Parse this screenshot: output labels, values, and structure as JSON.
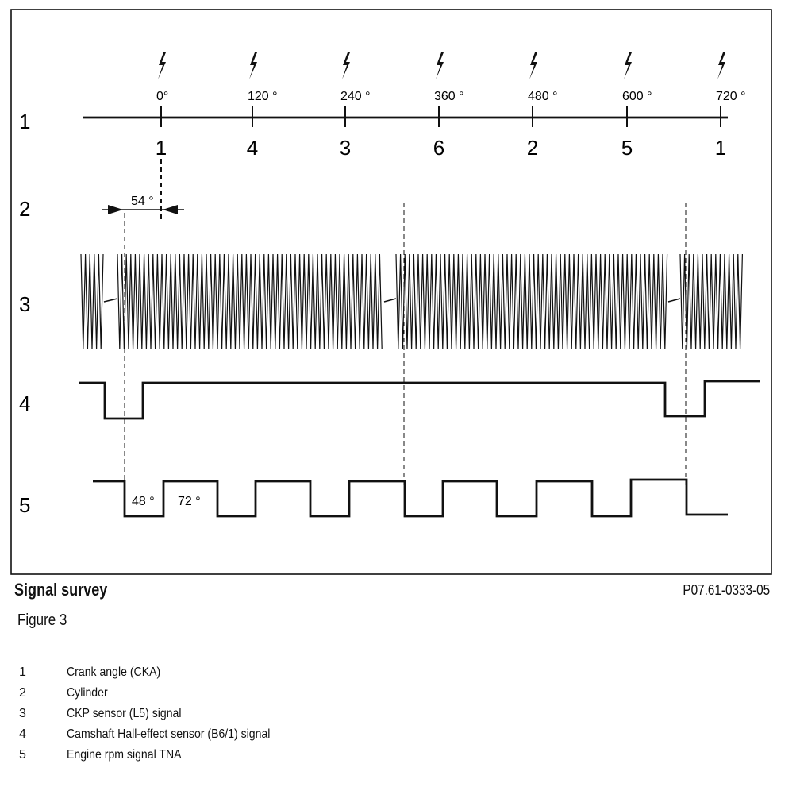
{
  "row_labels": [
    "1",
    "2",
    "3",
    "4",
    "5"
  ],
  "crank_angle": {
    "angles": [
      "0°",
      "120 °",
      "240 °",
      "360 °",
      "480 °",
      "600 °",
      "720 °"
    ],
    "ignition_icon": "lightning-bolt-icon"
  },
  "cylinder_order": [
    "1",
    "4",
    "3",
    "6",
    "2",
    "5",
    "1"
  ],
  "annotations": {
    "gap_angle": "54 °",
    "tna_low": "48 °",
    "tna_high": "72 °"
  },
  "caption": {
    "title": "Signal survey",
    "code": "P07.61-0333-05",
    "figure": "Figure 3"
  },
  "legend": [
    {
      "num": "1",
      "text": "Crank angle (CKA)"
    },
    {
      "num": "2",
      "text": "Cylinder"
    },
    {
      "num": "3",
      "text": "CKP sensor (L5) signal"
    },
    {
      "num": "4",
      "text": "Camshaft Hall-effect sensor (B6/1) signal"
    },
    {
      "num": "5",
      "text": "Engine rpm signal TNA"
    }
  ]
}
